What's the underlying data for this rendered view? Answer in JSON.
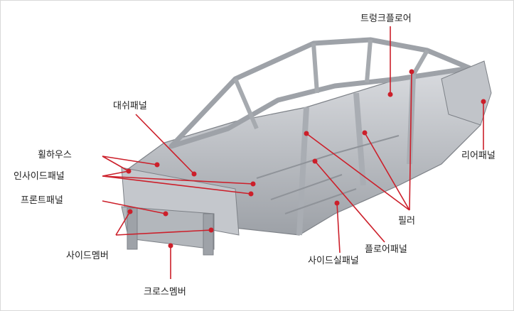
{
  "colors": {
    "leader": "#cc1f2a",
    "body_fill": "#b9bcc1",
    "body_dark": "#8e9298",
    "body_light": "#d6d8dc",
    "text": "#222222"
  },
  "labels": {
    "trunk_floor": "트렁크플로어",
    "dash_panel": "대쉬패널",
    "wheel_house": "휠하우스",
    "inside_panel": "인사이드패널",
    "front_panel": "프론트패널",
    "side_member": "사이드멤버",
    "cross_member": "크로스멤버",
    "rear_panel": "리어패널",
    "pillar": "필러",
    "floor_panel": "플로어패널",
    "side_sill_panel": "사이드실패널"
  }
}
